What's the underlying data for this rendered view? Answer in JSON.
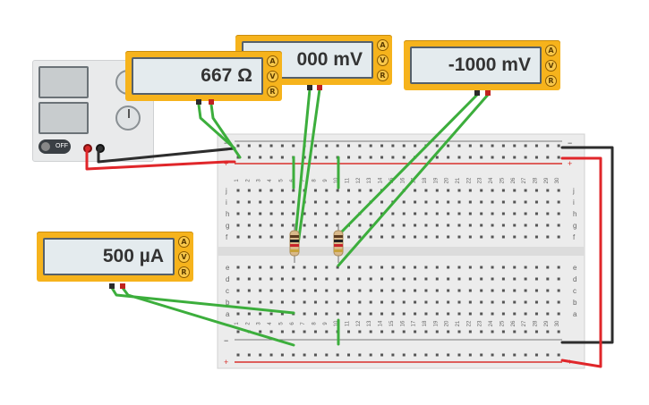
{
  "meters": {
    "ohm": {
      "value": "667 Ω",
      "buttons": [
        "A",
        "V",
        "R"
      ]
    },
    "mv1": {
      "value": "000 mV",
      "buttons": [
        "A",
        "V",
        "R"
      ]
    },
    "mv2": {
      "value": "-1000 mV",
      "buttons": [
        "A",
        "V",
        "R"
      ]
    },
    "ua": {
      "value": "500 µA",
      "buttons": [
        "A",
        "V",
        "R"
      ]
    }
  },
  "power_supply": {
    "switch_label": "OFF"
  },
  "breadboard": {
    "columns": [
      "1",
      "2",
      "3",
      "4",
      "5",
      "6",
      "7",
      "8",
      "9",
      "10",
      "11",
      "12",
      "13",
      "14",
      "15",
      "16",
      "17",
      "18",
      "19",
      "20",
      "21",
      "22",
      "23",
      "24",
      "25",
      "26",
      "27",
      "28",
      "29",
      "30"
    ],
    "rows_top": [
      "j",
      "i",
      "h",
      "g",
      "f"
    ],
    "rows_bottom": [
      "e",
      "d",
      "c",
      "b",
      "a"
    ],
    "rail_minus": "−",
    "rail_plus": "+"
  },
  "colors": {
    "meter_body": "#f6b31c",
    "wire_green": "#3cae3c",
    "wire_red": "#e0262a",
    "wire_black": "#2d2d2d",
    "rail_red": "#d9302c",
    "board": "#efefef"
  }
}
